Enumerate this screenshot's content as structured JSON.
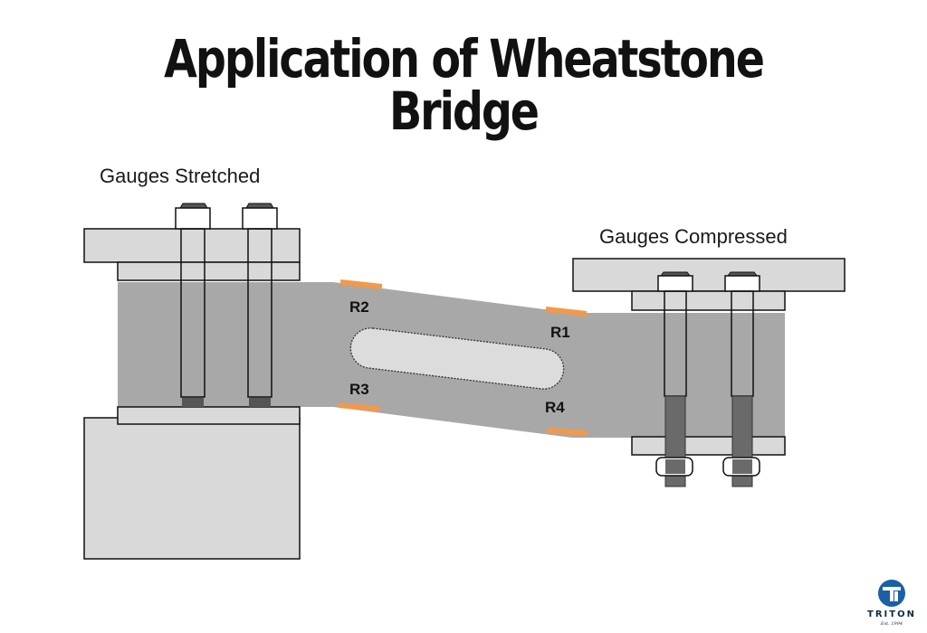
{
  "title": "Application of Wheatstone Bridge",
  "captions": {
    "stretched": "Gauges Stretched",
    "compressed": "Gauges Compressed"
  },
  "gauges": {
    "r1": "R1",
    "r2": "R2",
    "r3": "R3",
    "r4": "R4"
  },
  "colors": {
    "beam": "#a8a8a8",
    "plate": "#d9d9d9",
    "bolt_shank": "#6a6a6a",
    "gauge": "#f2994a",
    "outline": "#111111",
    "logo": "#1b5fa7"
  },
  "logo": {
    "name": "TRITON",
    "tagline": "Est. 1994"
  }
}
